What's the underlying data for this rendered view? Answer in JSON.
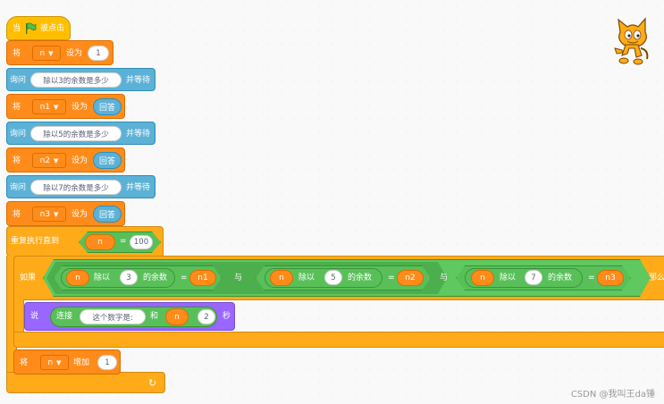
{
  "hat": {
    "when": "当",
    "clicked": "被点击"
  },
  "set_n": {
    "verb": "将",
    "var": "n",
    "to": "设为",
    "value": "1"
  },
  "ask1": {
    "verb": "询问",
    "question": "除以3的余数是多少",
    "wait": "并等待"
  },
  "set_n1": {
    "verb": "将",
    "var": "n1",
    "to": "设为",
    "value": "回答"
  },
  "ask2": {
    "verb": "询问",
    "question": "除以5的余数是多少",
    "wait": "并等待"
  },
  "set_n2": {
    "verb": "将",
    "var": "n2",
    "to": "设为",
    "value": "回答"
  },
  "ask3": {
    "verb": "询问",
    "question": "除以7的余数是多少",
    "wait": "并等待"
  },
  "set_n3": {
    "verb": "将",
    "var": "n3",
    "to": "设为",
    "value": "回答"
  },
  "repeat": {
    "label": "重复执行直到",
    "var": "n",
    "eq": "=",
    "value": "100"
  },
  "if": {
    "label": "如果",
    "then": "那么",
    "and": "与",
    "conditions": [
      {
        "var": "n",
        "div": "除以",
        "divisor": "3",
        "rem": "的余数",
        "eq": "=",
        "cmp": "n1"
      },
      {
        "var": "n",
        "div": "除以",
        "divisor": "5",
        "rem": "的余数",
        "eq": "=",
        "cmp": "n2"
      },
      {
        "var": "n",
        "div": "除以",
        "divisor": "7",
        "rem": "的余数",
        "eq": "=",
        "cmp": "n3"
      }
    ]
  },
  "say": {
    "label": "说",
    "join": "连接",
    "text": "这个数字是:",
    "and": "和",
    "var": "n",
    "secs": "2",
    "unit": "秒"
  },
  "change": {
    "verb": "将",
    "var": "n",
    "by": "增加",
    "value": "1"
  },
  "loop_arrow": "↻",
  "watermark": "CSDN @我叫王da锤",
  "colors": {
    "motion_event": "#ffbf00",
    "variables": "#ff8c1a",
    "sensing": "#5cb1d6",
    "control": "#ffab19",
    "operators": "#59c059",
    "looks": "#9966ff"
  }
}
